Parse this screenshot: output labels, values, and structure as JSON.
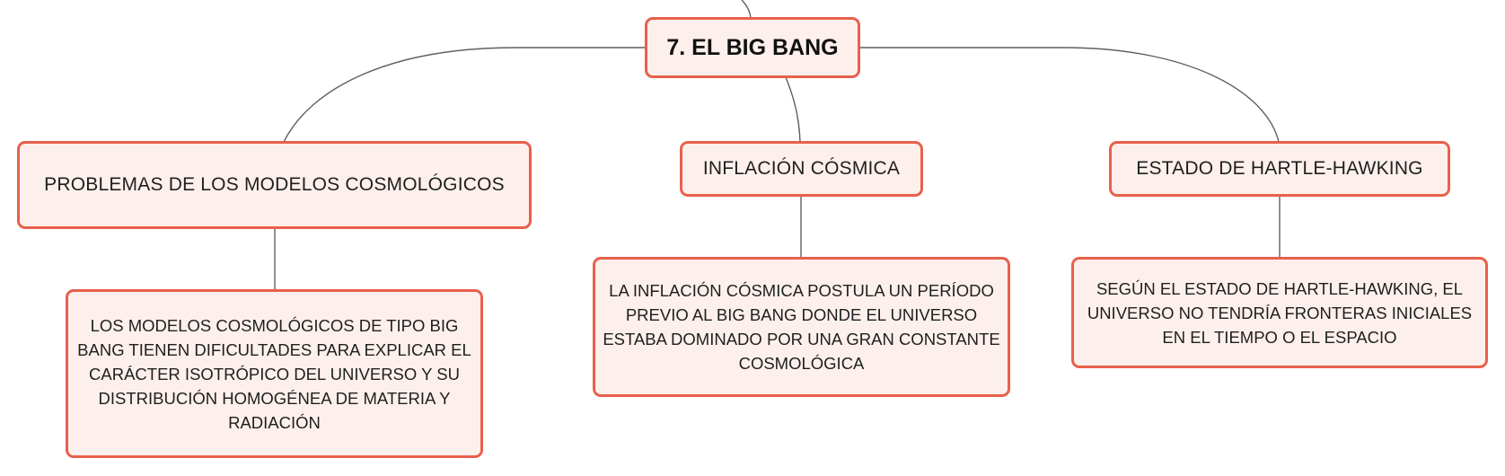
{
  "colors": {
    "node_fill": "#fdf0ec",
    "node_border": "#e8604c",
    "connector": "#5f5f5f"
  },
  "diagram": {
    "root": {
      "label": "7. EL BIG BANG"
    },
    "branches": [
      {
        "title": "PROBLEMAS DE LOS MODELOS COSMOLÓGICOS",
        "description": "LOS MODELOS COSMOLÓGICOS DE TIPO BIG BANG TIENEN DIFICULTADES PARA EXPLICAR EL CARÁCTER ISOTRÓPICO DEL UNIVERSO Y SU DISTRIBUCIÓN HOMOGÉNEA DE MATERIA Y RADIACIÓN"
      },
      {
        "title": "INFLACIÓN CÓSMICA",
        "description": "LA INFLACIÓN CÓSMICA POSTULA UN PERÍODO PREVIO AL BIG BANG DONDE EL UNIVERSO ESTABA DOMINADO POR UNA GRAN CONSTANTE COSMOLÓGICA"
      },
      {
        "title": "ESTADO DE HARTLE-HAWKING",
        "description": "SEGÚN EL ESTADO DE HARTLE-HAWKING, EL UNIVERSO NO TENDRÍA FRONTERAS INICIALES EN EL TIEMPO O EL ESPACIO"
      }
    ]
  }
}
